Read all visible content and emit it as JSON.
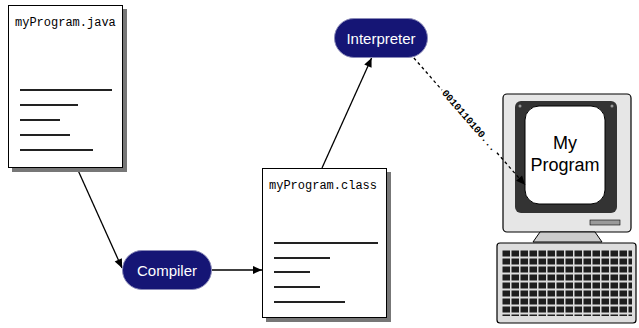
{
  "diagram": {
    "nodes": [
      {
        "text": [
          "myProgram.java"
        ]
      },
      {
        "text": [
          "Compiler"
        ]
      },
      {
        "text": [
          "myProgram.class"
        ]
      },
      {
        "text": [
          "Interpreter"
        ]
      },
      {
        "text": [
          "My Program"
        ]
      }
    ],
    "edges": [
      {
        "from": 0,
        "to": 1,
        "arrow": "to"
      },
      {
        "from": 1,
        "to": 2,
        "arrow": "to"
      },
      {
        "from": 2,
        "to": 3,
        "arrow": "to"
      },
      {
        "from": 3,
        "to": 4,
        "arrow": "to",
        "label": "0010110100..."
      }
    ]
  }
}
